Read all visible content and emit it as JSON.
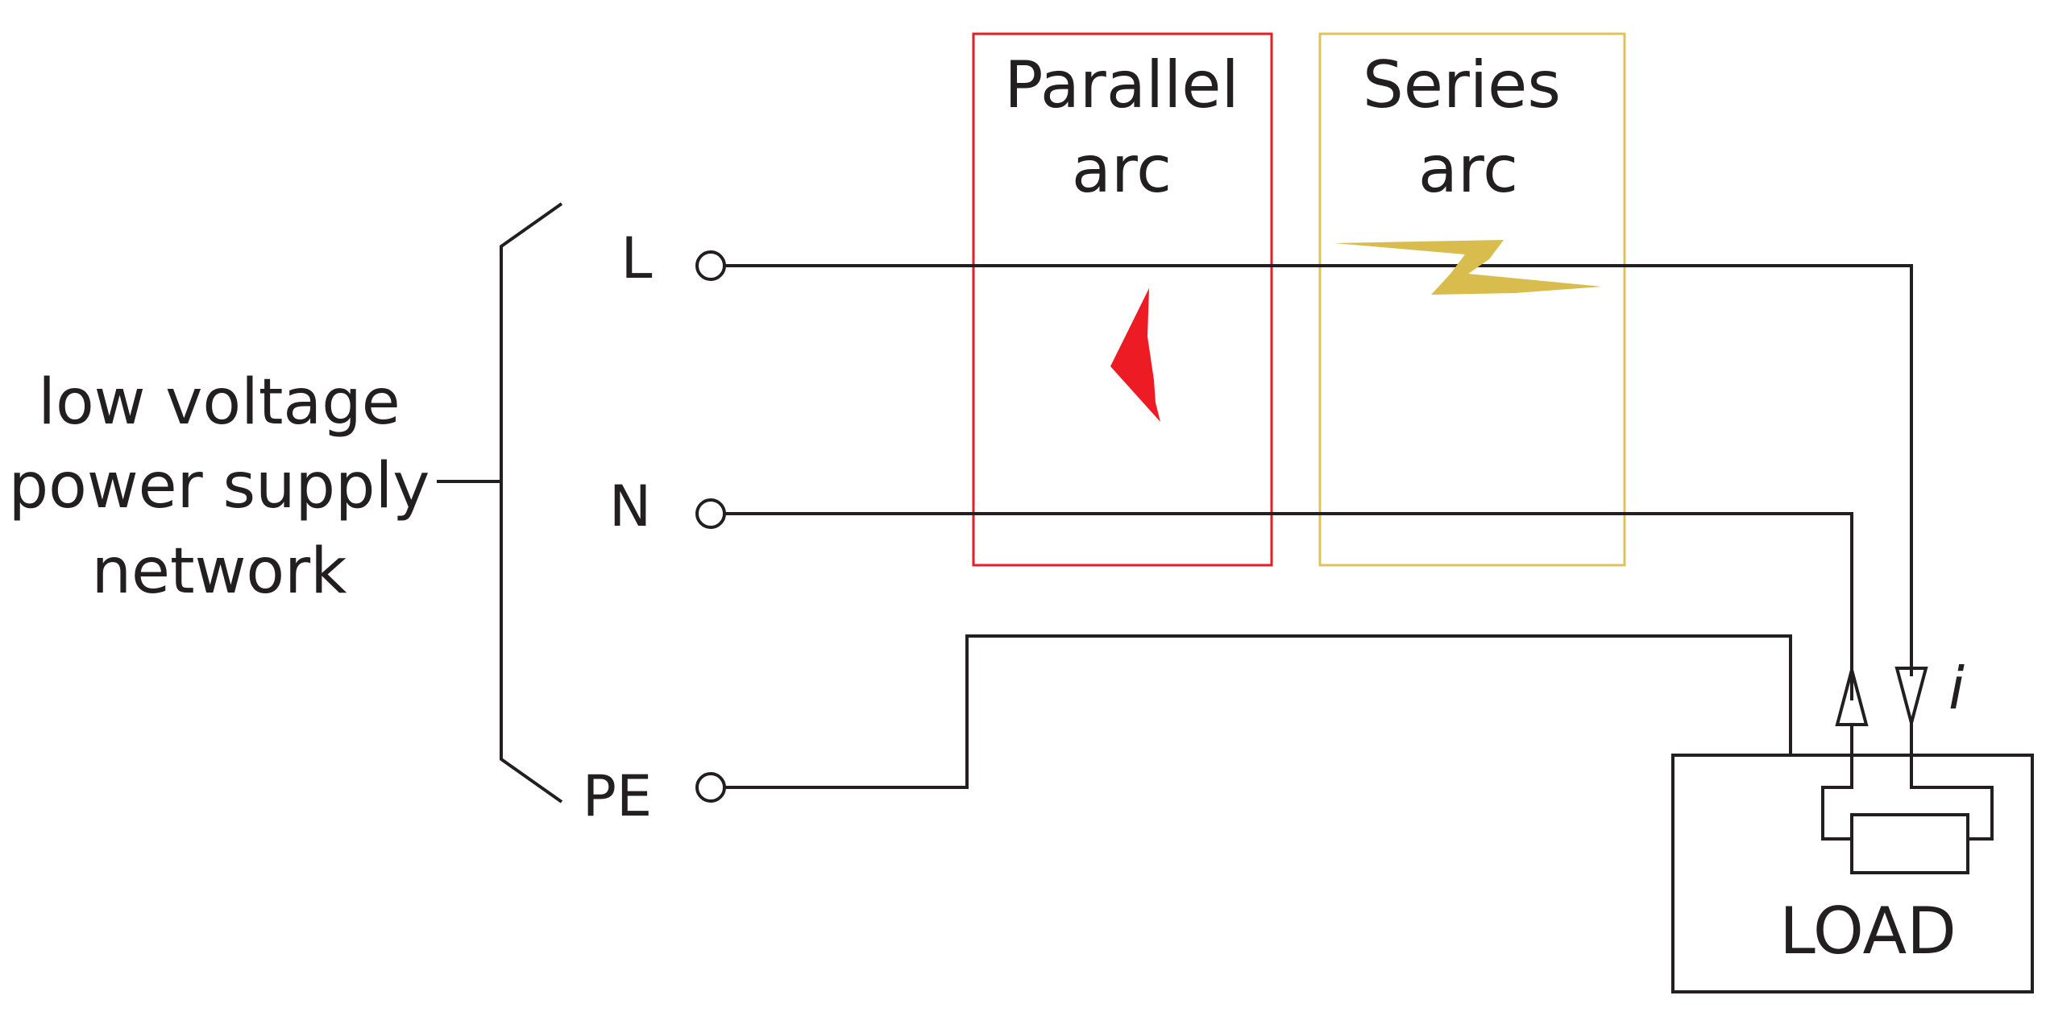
{
  "network": {
    "label_lines": [
      "low voltage",
      "power supply",
      "network"
    ]
  },
  "terminals": {
    "l": "L",
    "n": "N",
    "pe": "PE"
  },
  "arcs": {
    "parallel": {
      "lines": [
        "Parallel",
        "arc"
      ],
      "color": "#ed1c24"
    },
    "series": {
      "lines": [
        "Series",
        "arc"
      ],
      "color": "#dec35a",
      "bolt_color": "#d8bc4e"
    }
  },
  "current_label": "i",
  "load_label": "LOAD",
  "colors": {
    "wire": "#231f20",
    "background": "#ffffff"
  }
}
